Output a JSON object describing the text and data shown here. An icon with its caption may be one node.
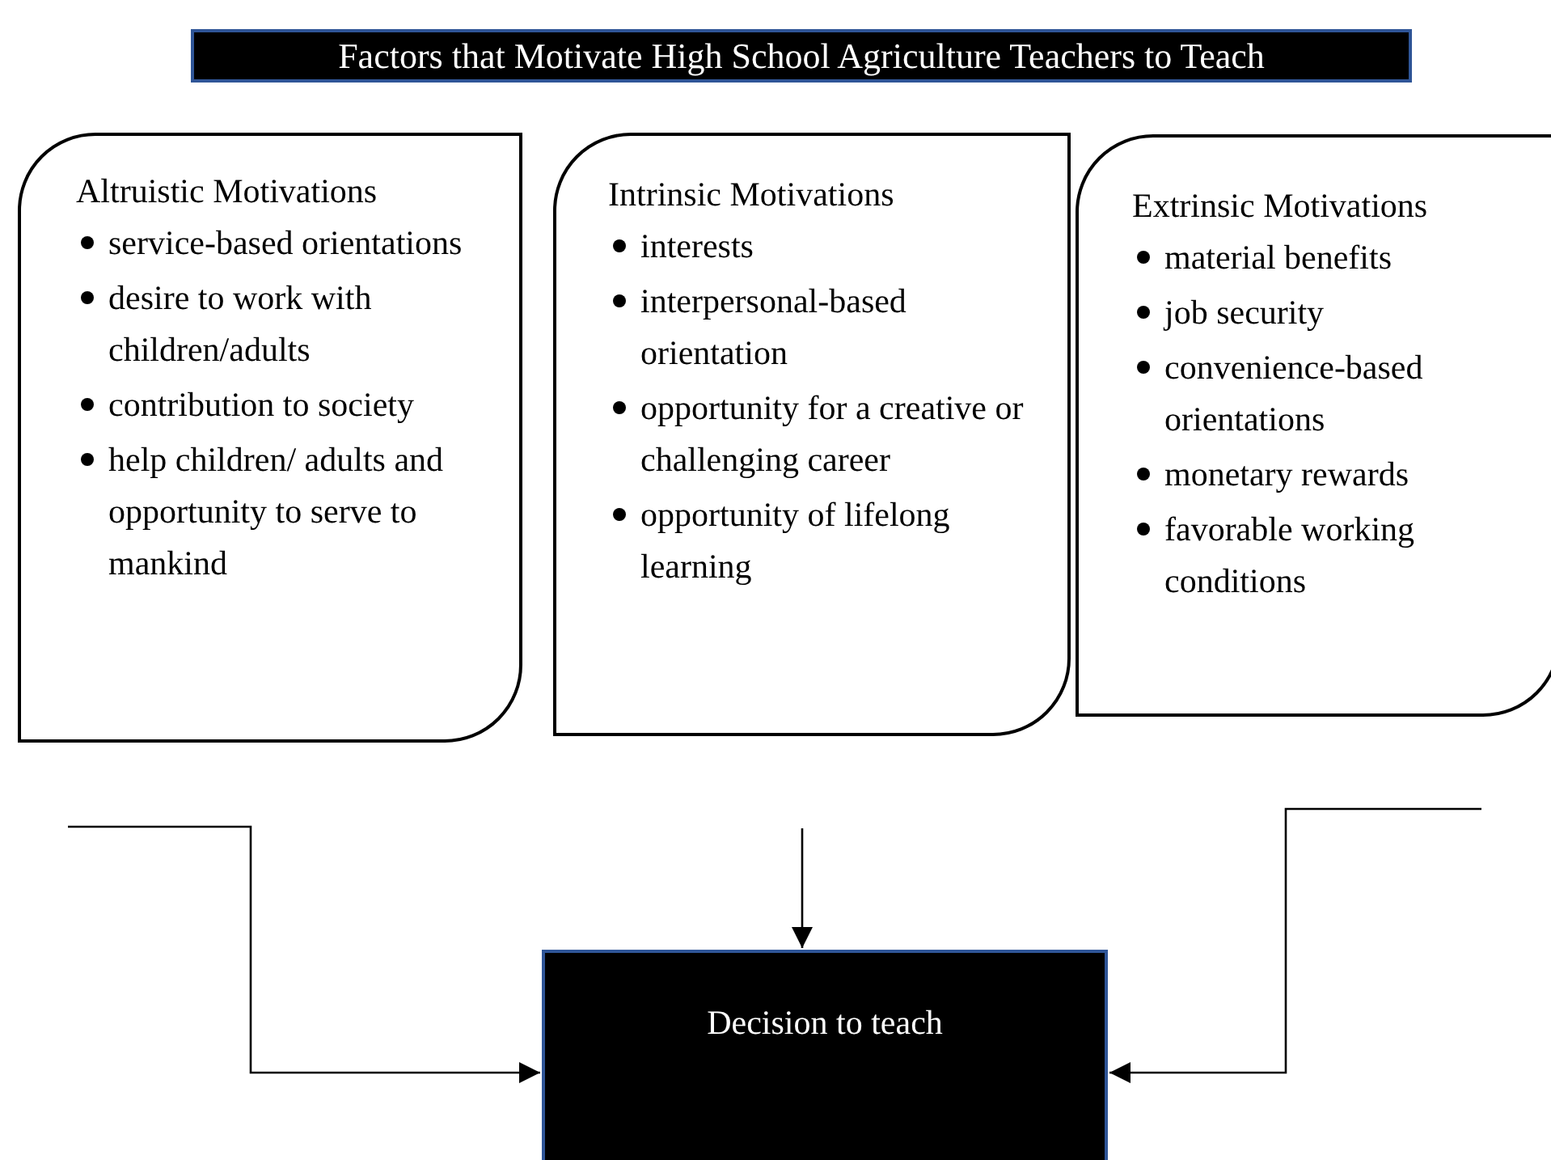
{
  "diagram": {
    "title": "Factors that Motivate High School Agriculture Teachers to Teach",
    "nodes": [
      {
        "text": [
          "Altruistic Motivations",
          "service-based orientations",
          "desire to work with children/adults",
          "contribution to society",
          "help children/ adults and opportunity to serve to mankind"
        ]
      },
      {
        "text": [
          "Intrinsic Motivations",
          "interests",
          "interpersonal-based orientation",
          "opportunity for a creative or challenging career",
          "opportunity of lifelong learning"
        ]
      },
      {
        "text": [
          "Extrinsic Motivations",
          "material benefits",
          "job security",
          "convenience-based orientations",
          "monetary rewards",
          "favorable working conditions"
        ]
      },
      {
        "text": [
          "Decision to teach"
        ]
      }
    ],
    "edges": [
      {
        "from": null,
        "to": 3,
        "arrow": "to"
      },
      {
        "from": null,
        "to": 3,
        "arrow": "to"
      },
      {
        "from": null,
        "to": 3,
        "arrow": "to"
      }
    ]
  }
}
